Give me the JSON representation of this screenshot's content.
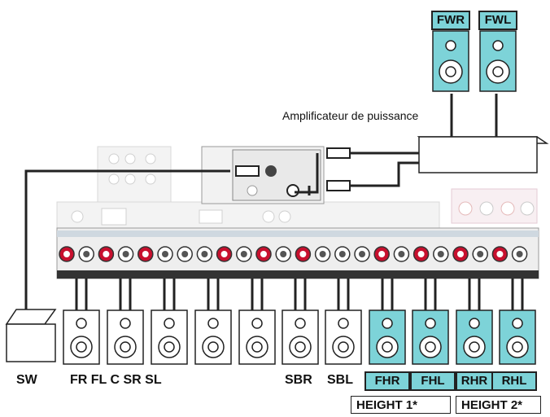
{
  "amplifier_label": "Amplificateur de puissance",
  "front_wide_labels": {
    "fwr": "FWR",
    "fwl": "FWL"
  },
  "bottom_labels": {
    "sw": "SW",
    "fr_fl_c_sr_sl": "FR FL C SR SL",
    "sbr": "SBR",
    "sbl": "SBL",
    "fhr": "FHR",
    "fhl": "FHL",
    "rhr": "RHR",
    "rhl": "RHL"
  },
  "height_groups": {
    "height1": "HEIGHT 1*",
    "height2": "HEIGHT 2*"
  },
  "colors": {
    "highlight": "#7dd3d8",
    "terminal_red": "#c8102e",
    "cable": "#222222",
    "panel_grey": "#d9d9d9"
  }
}
